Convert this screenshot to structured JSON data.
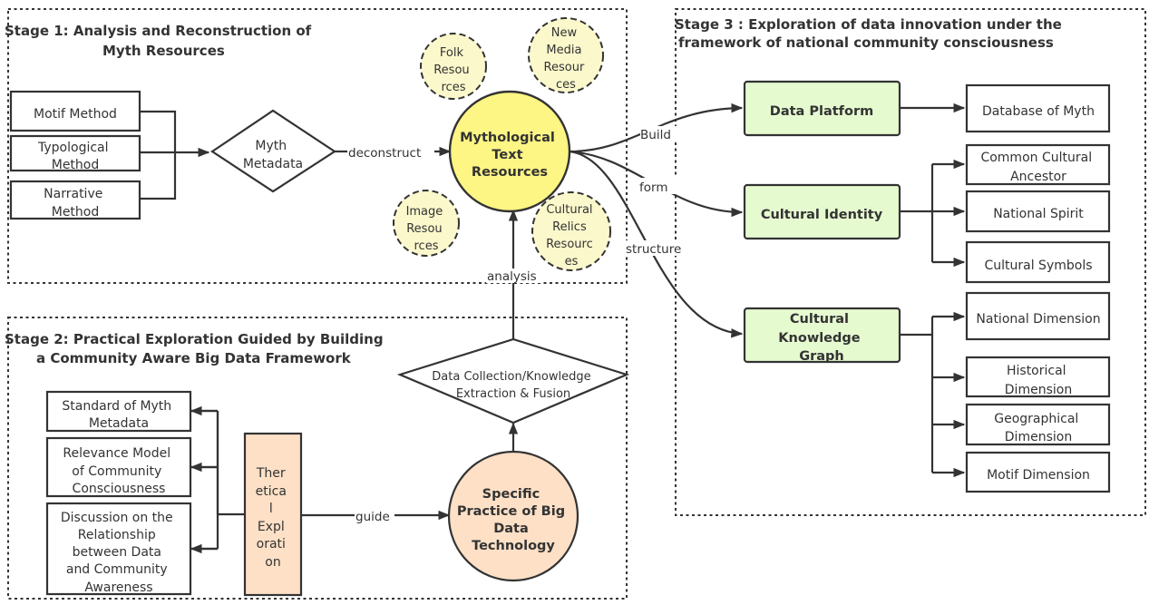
{
  "stages": {
    "stage1": {
      "title_lines": [
        "Stage 1: Analysis and Reconstruction of",
        "Myth Resources"
      ]
    },
    "stage2": {
      "title_lines": [
        "Stage 2: Practical Exploration Guided by Building",
        "a Community Aware Big Data Framework"
      ]
    },
    "stage3": {
      "title_lines": [
        "Stage 3 : Exploration of data innovation under the",
        "framework of national community consciousness"
      ]
    }
  },
  "methods": [
    {
      "lines": [
        "Motif Method"
      ]
    },
    {
      "lines": [
        "Typological",
        "Method"
      ]
    },
    {
      "lines": [
        "Narrative",
        "Method"
      ]
    }
  ],
  "myth_metadata": {
    "lines": [
      "Myth",
      "Metadata"
    ]
  },
  "central_node": {
    "lines": [
      "Mythological",
      "Text",
      "Resources"
    ]
  },
  "resource_bubbles": [
    {
      "id": "folk",
      "lines": [
        "Folk",
        "Resou",
        "rces"
      ]
    },
    {
      "id": "new-media",
      "lines": [
        "New",
        "Media",
        "Resour",
        "ces"
      ]
    },
    {
      "id": "image",
      "lines": [
        "Image",
        "Resou",
        "rces"
      ]
    },
    {
      "id": "cultural-relics",
      "lines": [
        "Cultural",
        "Relics",
        "Resourc",
        "es"
      ]
    }
  ],
  "edge_labels": {
    "deconstruct": "deconstruct",
    "analysis": "analysis",
    "build": "Build",
    "form": "form",
    "structure": "structure",
    "guide": "guide"
  },
  "data_collection": {
    "lines": [
      "Data Collection/Knowledge",
      "Extraction & Fusion"
    ]
  },
  "big_data_practice": {
    "lines": [
      "Specific",
      "Practice of Big",
      "Data",
      "Technology"
    ]
  },
  "theoretical": {
    "lines": [
      "Ther",
      "etica",
      "l",
      "Expl",
      "orati",
      "on"
    ]
  },
  "stage2_outputs": [
    {
      "lines": [
        "Standard of Myth",
        "Metadata"
      ]
    },
    {
      "lines": [
        "Relevance Model",
        "of Community",
        "Consciousness"
      ]
    },
    {
      "lines": [
        "Discussion on the",
        "Relationship",
        "between Data",
        "and Community",
        "Awareness"
      ]
    }
  ],
  "stage3_nodes": [
    {
      "id": "data-platform",
      "lines": [
        "Data Platform"
      ],
      "children": [
        {
          "lines": [
            "Database of Myth"
          ]
        }
      ]
    },
    {
      "id": "cultural-identity",
      "lines": [
        "Cultural Identity"
      ],
      "children": [
        {
          "lines": [
            "Common Cultural",
            "Ancestor"
          ]
        },
        {
          "lines": [
            "National Spirit"
          ]
        },
        {
          "lines": [
            "Cultural Symbols"
          ]
        }
      ]
    },
    {
      "id": "cultural-knowledge-graph",
      "lines": [
        "Cultural",
        "Knowledge",
        "Graph"
      ],
      "children": [
        {
          "lines": [
            "National Dimension"
          ]
        },
        {
          "lines": [
            "Historical",
            "Dimension"
          ]
        },
        {
          "lines": [
            "Geographical",
            "Dimension"
          ]
        },
        {
          "lines": [
            "Motif Dimension"
          ]
        }
      ]
    }
  ],
  "colors": {
    "stroke": "#333333",
    "yellow_node": "#fdf584",
    "pale_bubble": "#fbf8cc",
    "green_node": "#e6fad0",
    "orange_node": "#fde0c6"
  }
}
